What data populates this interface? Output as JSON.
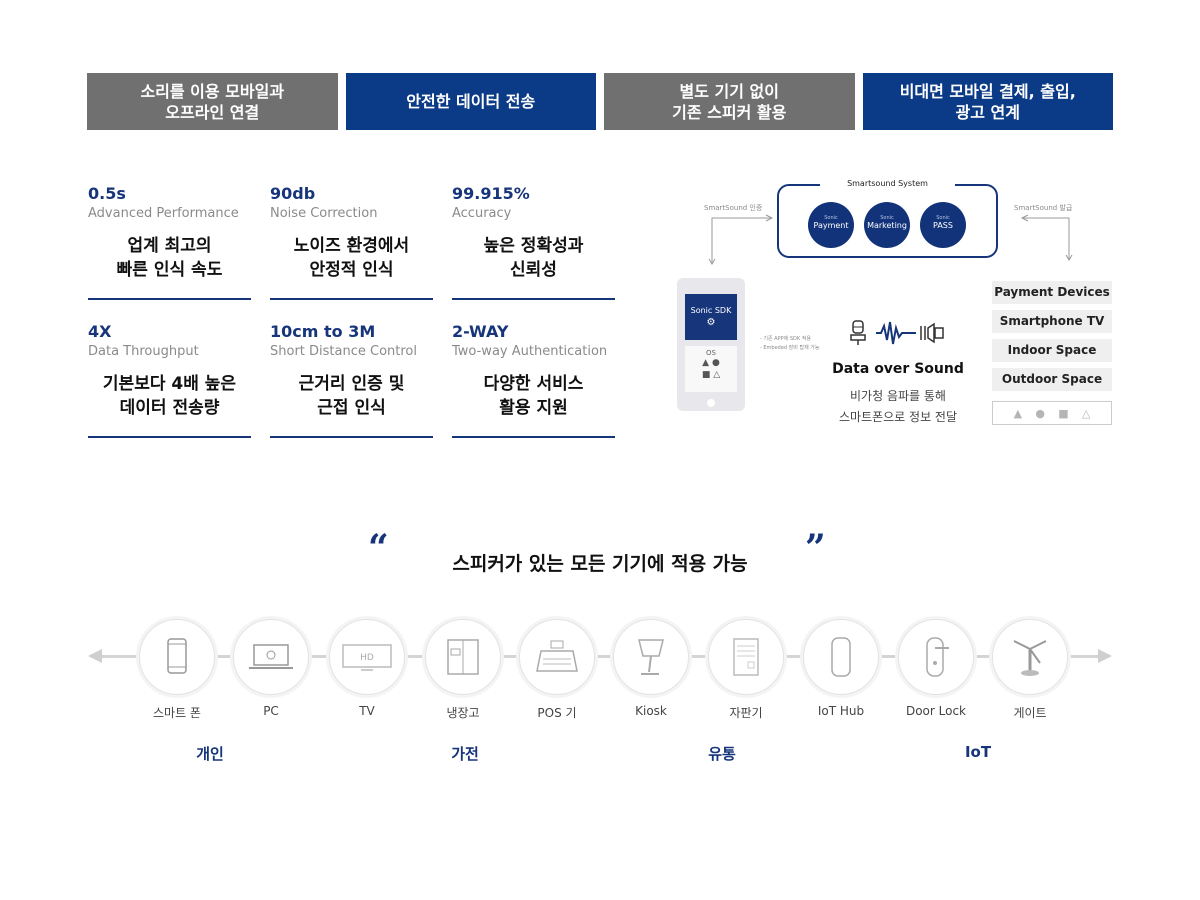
{
  "banners": [
    {
      "label": "소리를 이용 모바일과\n오프라인 연결",
      "style": "gray"
    },
    {
      "label": "안전한 데이터 전송",
      "style": "navy"
    },
    {
      "label": "별도 기기 없이\n기존 스피커 활용",
      "style": "gray"
    },
    {
      "label": "비대면 모바일 결제, 출입,\n광고 연계",
      "style": "navy"
    }
  ],
  "stats": [
    {
      "value": "0.5s",
      "subtitle": "Advanced Performance",
      "description": "업계 최고의\n빠른 인식 속도"
    },
    {
      "value": "90db",
      "subtitle": "Noise Correction",
      "description": "노이즈 환경에서\n안정적 인식"
    },
    {
      "value": "99.915%",
      "subtitle": "Accuracy",
      "description": "높은 정확성과\n신뢰성"
    },
    {
      "value": "4X",
      "subtitle": "Data Throughput",
      "description": "기본보다 4배 높은\n데이터 전송량"
    },
    {
      "value": "10cm to 3M",
      "subtitle": "Short Distance Control",
      "description": "근거리 인증 및\n근접 인식"
    },
    {
      "value": "2-WAY",
      "subtitle": "Two-way Authentication",
      "description": "다양한 서비스\n활용 지원"
    }
  ],
  "system": {
    "title": "Smartsound System",
    "left_label": "SmartSound 인증",
    "right_label": "SmartSound 발급",
    "modules": [
      {
        "prefix": "Sonic",
        "name": "Payment"
      },
      {
        "prefix": "Sonic",
        "name": "Marketing"
      },
      {
        "prefix": "Sonic",
        "name": "PASS"
      }
    ],
    "phone": {
      "sdk_label": "Sonic SDK",
      "os_label": "OS"
    },
    "phone_notes": [
      "- 기존 APP에 SDK 적용",
      "- Embeded 장비 탑재 가능"
    ],
    "data_over_sound_title": "Data over Sound",
    "data_over_sound_desc": "비가청 음파를 통해\n스마트폰으로 정보 전달",
    "devices": [
      "Payment Devices",
      "Smartphone TV",
      "Indoor Space",
      "Outdoor Space"
    ]
  },
  "quote": {
    "open": "“",
    "text": "스피커가 있는 모든 기기에 적용 가능",
    "close": "”"
  },
  "device_list": [
    {
      "name": "스마트 폰",
      "icon": "smartphone-icon"
    },
    {
      "name": "PC",
      "icon": "laptop-icon"
    },
    {
      "name": "TV",
      "icon": "tv-icon",
      "tv_badge": "HD"
    },
    {
      "name": "냉장고",
      "icon": "refrigerator-icon"
    },
    {
      "name": "POS 기",
      "icon": "pos-register-icon"
    },
    {
      "name": "Kiosk",
      "icon": "kiosk-icon"
    },
    {
      "name": "자판기",
      "icon": "vending-machine-icon"
    },
    {
      "name": "IoT Hub",
      "icon": "iot-hub-icon"
    },
    {
      "name": "Door Lock",
      "icon": "door-lock-icon"
    },
    {
      "name": "게이트",
      "icon": "turnstile-gate-icon"
    }
  ],
  "categories": [
    "개인",
    "가전",
    "유통",
    "IoT"
  ],
  "colors": {
    "navy": "#0b3a86",
    "gray": "#707070",
    "accent_text": "#16357a"
  }
}
